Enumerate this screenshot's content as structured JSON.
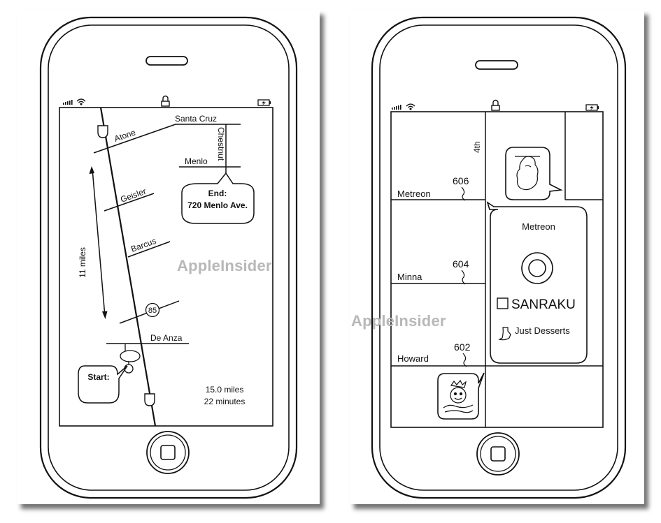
{
  "watermark": "AppleInsider",
  "left": {
    "streets": {
      "atone": "Atone",
      "santa_cruz": "Santa Cruz",
      "chestnut": "Chestnut",
      "menlo": "Menlo",
      "geisler": "Geisler",
      "barcus": "Barcus",
      "route": "85",
      "de_anza": "De Anza"
    },
    "distance_marker": "11 miles",
    "end_label": "End:",
    "end_address": "720 Menlo Ave.",
    "start_label": "Start:",
    "summary_miles": "15.0 miles",
    "summary_time": "22 minutes"
  },
  "right": {
    "streets": {
      "fourth": "4th",
      "metreon": "Metreon",
      "minna": "Minna",
      "howard": "Howard"
    },
    "refs": {
      "r606": "606",
      "r604": "604",
      "r602": "602"
    },
    "popup": {
      "title": "Metreon",
      "item1": "SANRAKU",
      "item2": "Just Desserts"
    }
  }
}
